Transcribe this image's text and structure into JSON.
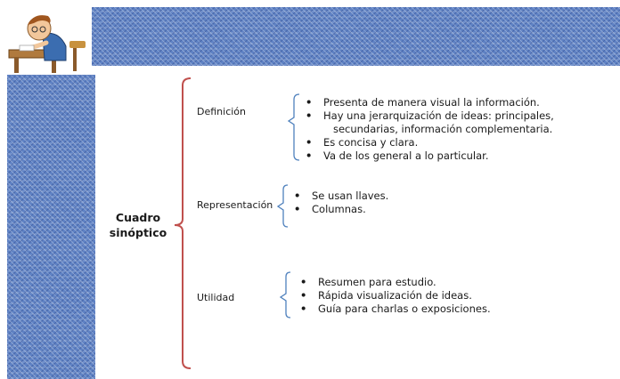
{
  "diagram": {
    "root": {
      "label": "Cuadro sinóptico"
    },
    "branches": [
      {
        "label": "Definición",
        "items": [
          "Presenta de manera visual la información.",
          "Hay una jerarquización de ideas: principales,\n   secundarias, información complementaria.",
          "Es concisa y clara.",
          "Va de los general a lo particular."
        ]
      },
      {
        "label": "Representación",
        "items": [
          "Se usan llaves.",
          "Columnas."
        ]
      },
      {
        "label": "Utilidad",
        "items": [
          "Resumen para estudio.",
          "Rápida visualización de ideas.",
          "Guía para charlas o exposiciones."
        ]
      }
    ]
  },
  "colors": {
    "main_bracket": "#c0504d",
    "sub_bracket": "#4f81bd",
    "band": "#5f82c4"
  },
  "decor": {
    "corner_image": "cartoon-student-at-desk-icon"
  }
}
